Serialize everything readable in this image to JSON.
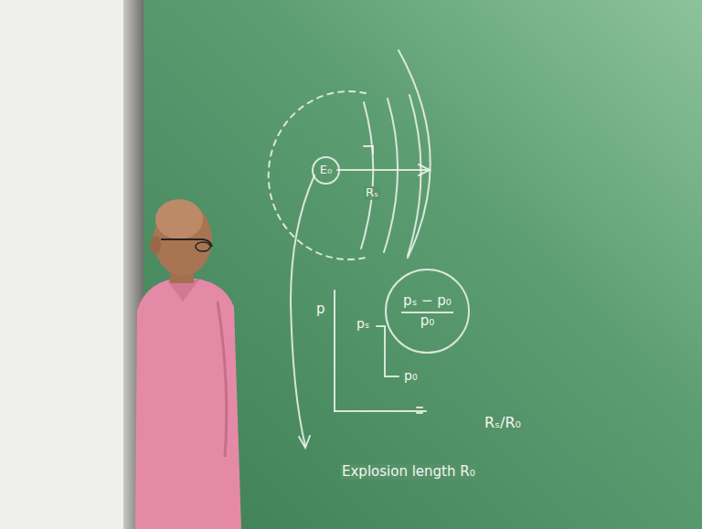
{
  "diagram": {
    "nodes": [
      {
        "text": [
          "E₀"
        ]
      },
      {
        "text": [
          "pₛ − p₀",
          "p₀"
        ]
      }
    ],
    "labels": [
      "Rₛ",
      "p",
      "pₛ",
      "p₀",
      "Rₛ/R₀",
      "Explosion length R₀"
    ]
  }
}
